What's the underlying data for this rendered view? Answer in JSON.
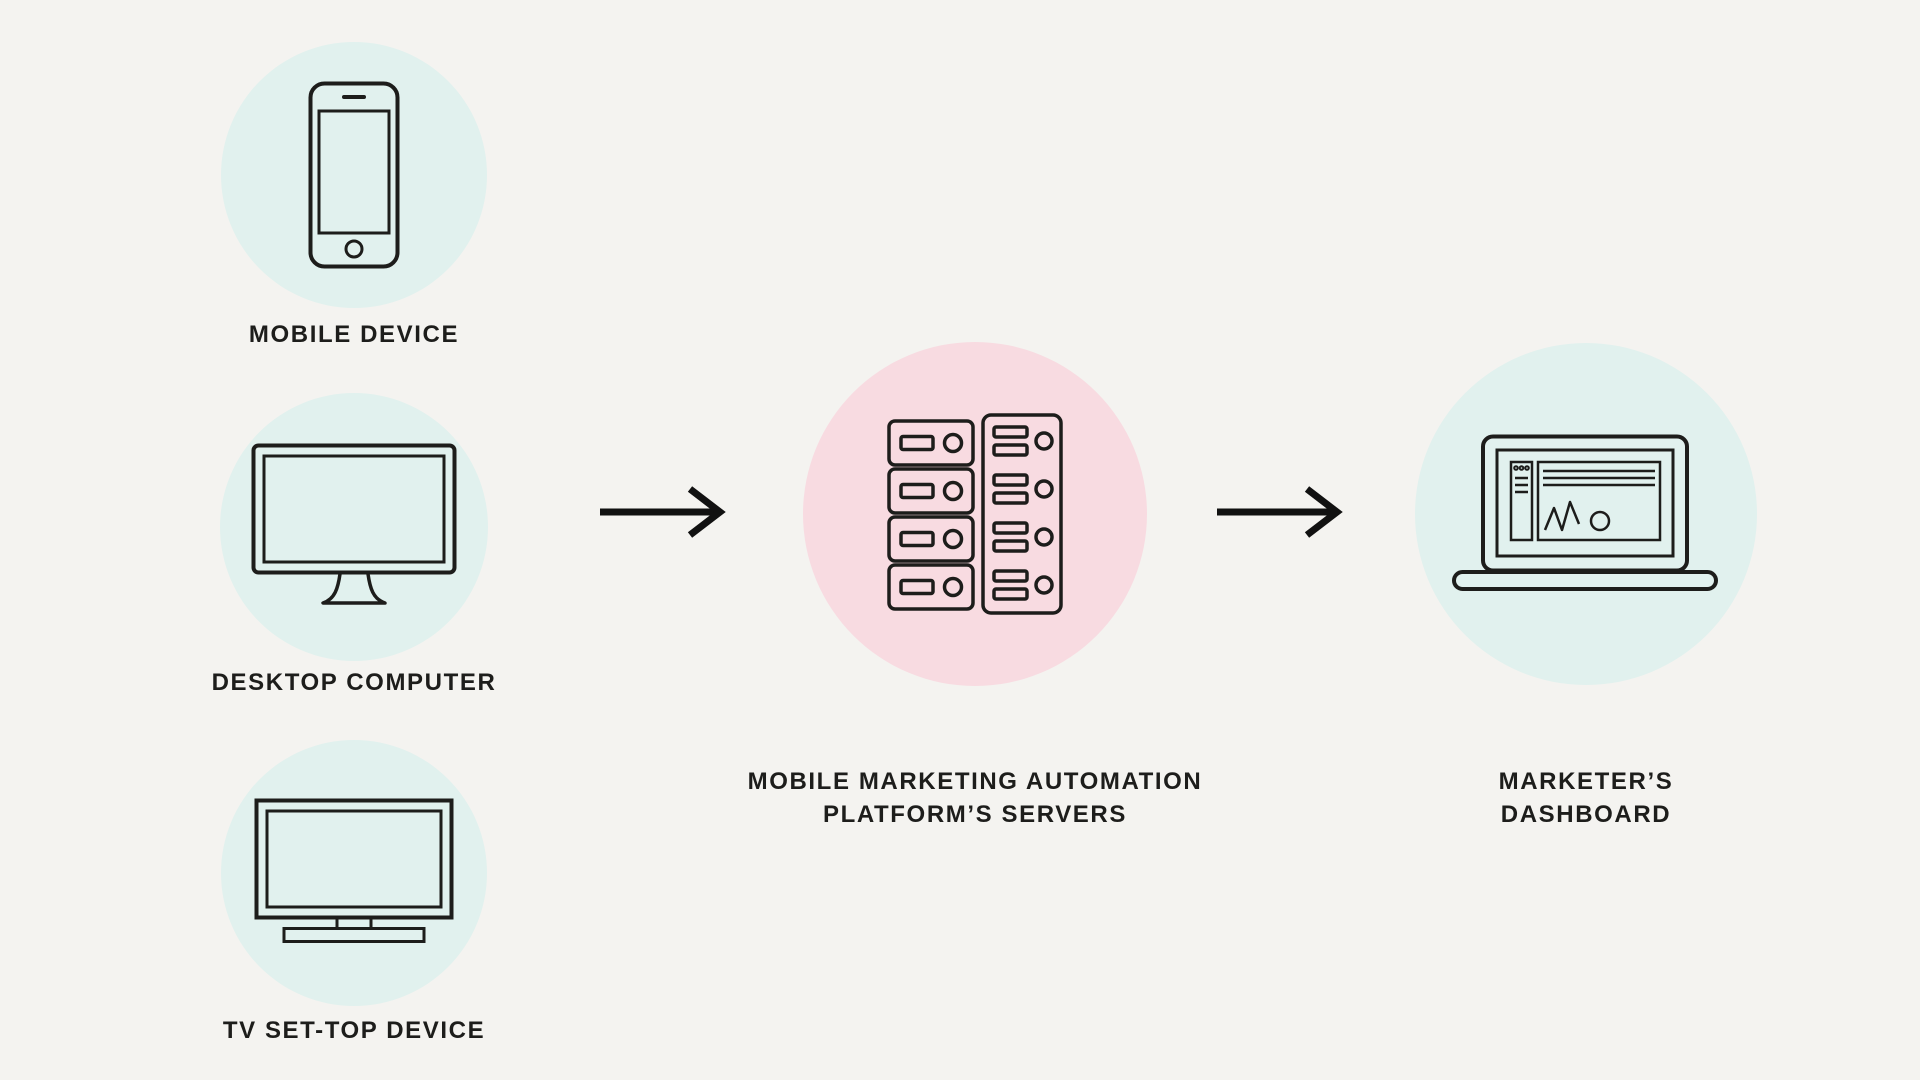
{
  "colors": {
    "background": "#f4f3f0",
    "device_circle": "#e1f1ee",
    "server_circle": "#f8dbe1",
    "line_art": "#1d1d1b",
    "text": "#1d1d1b"
  },
  "nodes": {
    "sources": [
      {
        "label": "MOBILE DEVICE",
        "icon": "smartphone-icon"
      },
      {
        "label": "DESKTOP COMPUTER",
        "icon": "desktop-monitor-icon"
      },
      {
        "label": "TV SET-TOP DEVICE",
        "icon": "tv-set-top-icon"
      }
    ],
    "platform": {
      "label": "MOBILE MARKETING AUTOMATION\nPLATFORM’S SERVERS",
      "icon": "server-racks-icon"
    },
    "dashboard": {
      "label": "MARKETER’S\nDASHBOARD",
      "icon": "laptop-dashboard-icon"
    }
  },
  "arrows": [
    {
      "name": "devices-to-platform",
      "direction": "right"
    },
    {
      "name": "platform-to-dashboard",
      "direction": "right"
    }
  ]
}
